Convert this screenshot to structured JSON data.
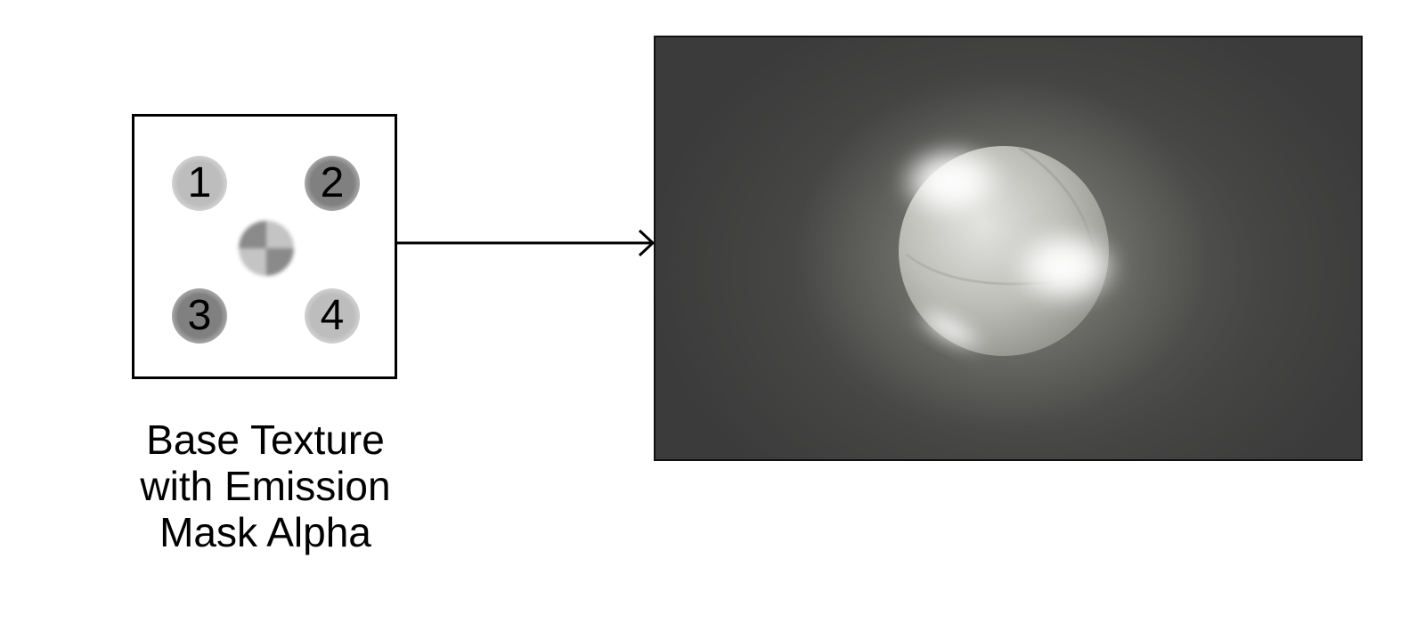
{
  "texture": {
    "spots": [
      {
        "label": "1",
        "shade": "light"
      },
      {
        "label": "2",
        "shade": "dark"
      },
      {
        "label": "3",
        "shade": "dark"
      },
      {
        "label": "4",
        "shade": "light"
      }
    ],
    "caption_lines": [
      "Base Texture",
      "with Emission",
      "Mask Alpha"
    ]
  },
  "render": {
    "background_color": "#444444",
    "sphere_color": "#cfcfcb",
    "glow_color": "#ffffff"
  }
}
